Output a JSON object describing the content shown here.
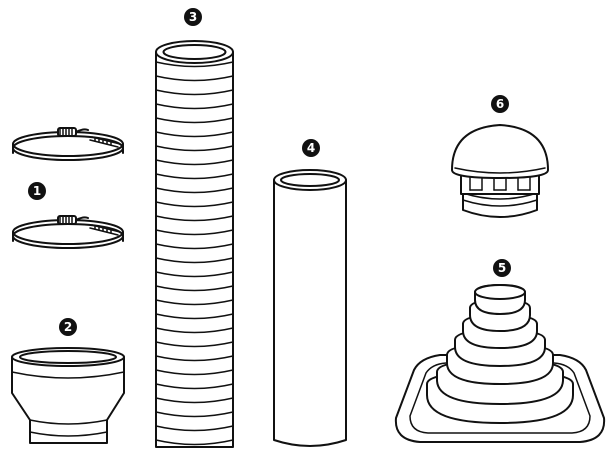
{
  "diagram": {
    "badges": [
      "1",
      "2",
      "3",
      "4",
      "5",
      "6"
    ],
    "colors": {
      "ink": "#111111",
      "background": "#ffffff"
    }
  }
}
